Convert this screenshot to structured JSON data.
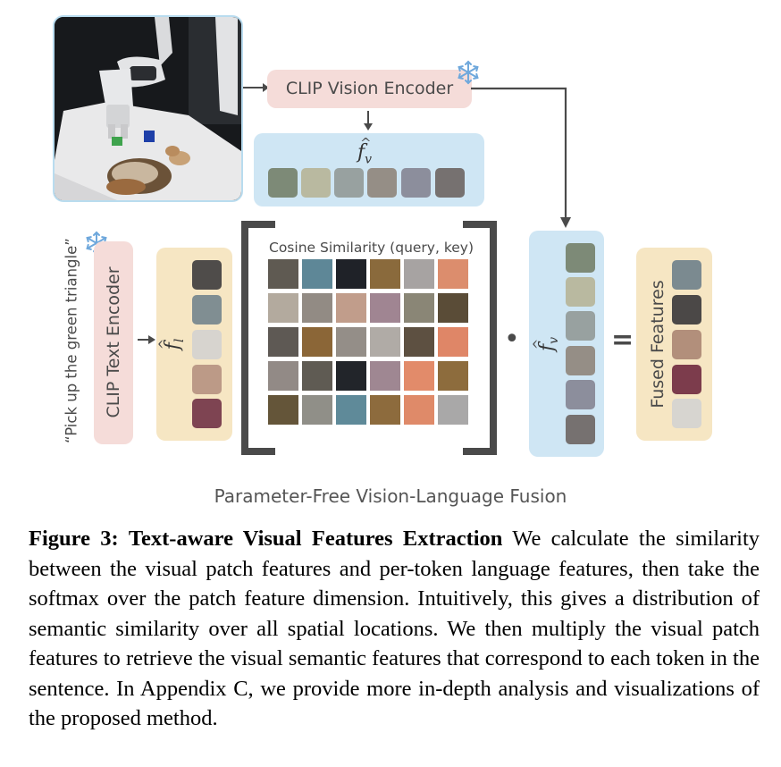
{
  "figure": {
    "vision_encoder_label": "CLIP Vision Encoder",
    "text_encoder_label": "CLIP Text Encoder",
    "prompt_text": "“Pick up the green triangle”",
    "visual_feature_symbol": "f",
    "visual_feature_sub": "v",
    "language_feature_symbol": "f",
    "language_feature_sub": "l",
    "hat": "^",
    "similarity_label": "Cosine Similarity (query, key)",
    "dot_operator": "•",
    "equals_operator": "=",
    "fused_label": "Fused Features",
    "fusion_title": "Parameter-Free Vision-Language Fusion",
    "visual_patch_colors": [
      "#7d8a77",
      "#b9b9a0",
      "#98a1a0",
      "#958e86",
      "#8c8e9c",
      "#767170"
    ],
    "language_token_colors": [
      "#4f4c4a",
      "#808e92",
      "#d7d4cf",
      "#bc9a87",
      "#7e4452"
    ],
    "fused_colors": [
      "#7b8a90",
      "#4b4847",
      "#b28f7b",
      "#7c3c4c",
      "#d7d5d0"
    ],
    "similarity_matrix_colors": [
      [
        "#5f5a52",
        "#5e8797",
        "#1f2228",
        "#8a6a3c",
        "#a7a3a2",
        "#dc8d6d"
      ],
      [
        "#b3aa9e",
        "#928b84",
        "#c19d8b",
        "#a08592",
        "#8a8676",
        "#5a4c37"
      ],
      [
        "#5e5954",
        "#8b6637",
        "#948e88",
        "#b0aba6",
        "#5d5041",
        "#df8667"
      ],
      [
        "#928a86",
        "#5f5b53",
        "#22252a",
        "#9f8792",
        "#e28b6a",
        "#8d6c3d"
      ],
      [
        "#645539",
        "#908f88",
        "#5f8a99",
        "#8d6b3d",
        "#df8a69",
        "#a9a8a8"
      ]
    ],
    "snowflake_color": "#6fa8dc"
  },
  "caption": {
    "label": "Figure 3:",
    "title": "Text-aware Visual Features Extraction",
    "body": "We calculate the similarity between the visual patch features and per-token language features, then take the softmax over the patch feature dimension. Intuitively, this gives a distribution of semantic similarity over all spatial locations. We then multiply the visual patch features to retrieve the visual semantic features that correspond to each token in the sentence. In Appendix C, we provide more in-depth analysis and visualizations of the proposed method."
  }
}
